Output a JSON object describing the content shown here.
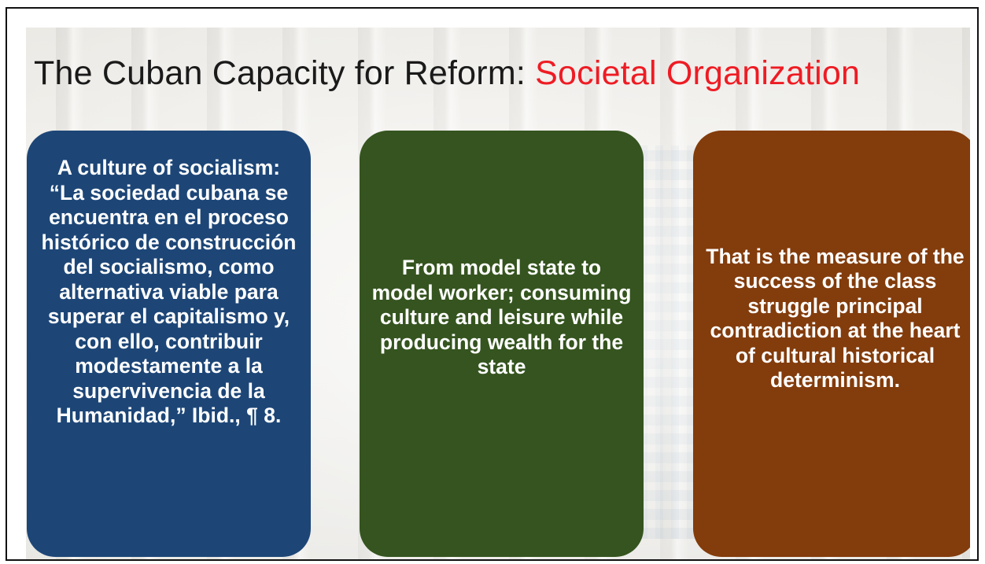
{
  "slide": {
    "title_main": "The Cuban Capacity for Reform: ",
    "title_accent": "Societal Organization",
    "accent_color": "#ee1c24",
    "cards": [
      {
        "text": "A culture of socialism: “La sociedad cubana se encuentra en el proceso histórico de construcción del socialismo, como alternativa viable para superar el capitalismo y, con ello, contribuir modestamente a la supervivencia de la Humanidad,” Ibid., ¶ 8.",
        "color": "#1d4677"
      },
      {
        "text": "From model state to model worker; consuming culture and leisure while producing wealth for the state",
        "color": "#35541f"
      },
      {
        "text": "That is the measure of the success of the class struggle principal contradiction at the heart of cultural historical determinism.",
        "color": "#833c0c"
      }
    ]
  }
}
